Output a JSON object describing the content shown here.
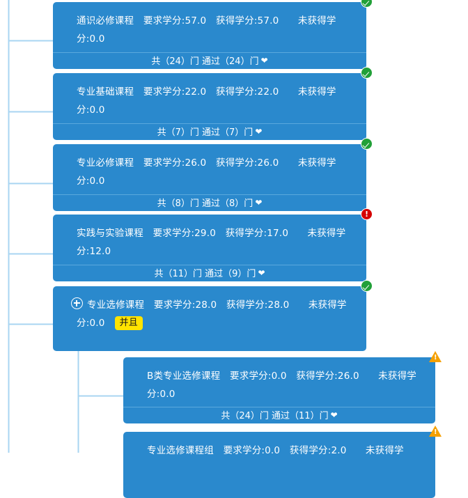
{
  "theme": {
    "card_blue": "#2a89cd",
    "line_blue": "#a8d5f2",
    "status_ok": "#21a038",
    "status_error": "#d50000",
    "status_warn": "#f5a000",
    "badge_yellow": "#ffe400"
  },
  "labels": {
    "required_credits": "要求学分:",
    "earned_credits": "获得学分:",
    "unearned_credits": "未获得学分:",
    "total_prefix": "共（",
    "total_suffix": "）门",
    "passed_prefix": "通过（",
    "passed_suffix": "）门",
    "caret_icon": "caret-down-icon",
    "plus_icon": "plus-circle-icon"
  },
  "cards": [
    {
      "id": "general-required",
      "level": 1,
      "title": "通识必修课程",
      "required": "57.0",
      "earned": "57.0",
      "unearned": "0.0",
      "line1": "通识必修课程　要求学分:57.0　获得学分:57.0　　未获得学",
      "line2": "分:0.0",
      "footer": "共（24）门 通过（24）门",
      "total_courses": "24",
      "passed_courses": "24",
      "status": "ok",
      "has_plus": false,
      "has_and_badge": false,
      "has_footer": true
    },
    {
      "id": "major-foundation",
      "level": 1,
      "title": "专业基础课程",
      "required": "22.0",
      "earned": "22.0",
      "unearned": "0.0",
      "line1": "专业基础课程　要求学分:22.0　获得学分:22.0　　未获得学",
      "line2": "分:0.0",
      "footer": "共（7）门 通过（7）门",
      "total_courses": "7",
      "passed_courses": "7",
      "status": "ok",
      "has_plus": false,
      "has_and_badge": false,
      "has_footer": true
    },
    {
      "id": "major-required",
      "level": 1,
      "title": "专业必修课程",
      "required": "26.0",
      "earned": "26.0",
      "unearned": "0.0",
      "line1": "专业必修课程　要求学分:26.0　获得学分:26.0　　未获得学",
      "line2": "分:0.0",
      "footer": "共（8）门 通过（8）门",
      "total_courses": "8",
      "passed_courses": "8",
      "status": "ok",
      "has_plus": false,
      "has_and_badge": false,
      "has_footer": true
    },
    {
      "id": "practice-experiment",
      "level": 1,
      "title": "实践与实验课程",
      "required": "29.0",
      "earned": "17.0",
      "unearned": "12.0",
      "line1": "实践与实验课程　要求学分:29.0　获得学分:17.0　　未获得学",
      "line2": "分:12.0",
      "footer": "共（11）门 通过（9）门",
      "total_courses": "11",
      "passed_courses": "9",
      "status": "error",
      "has_plus": false,
      "has_and_badge": false,
      "has_footer": true
    },
    {
      "id": "major-elective",
      "level": 1,
      "title": "专业选修课程",
      "required": "28.0",
      "earned": "28.0",
      "unearned": "0.0",
      "line1": "专业选修课程　要求学分:28.0　获得学分:28.0　　未获得学",
      "line2": "分:0.0",
      "and_badge": "并且",
      "footer": "",
      "total_courses": "",
      "passed_courses": "",
      "status": "ok",
      "has_plus": true,
      "has_and_badge": true,
      "has_footer": false
    },
    {
      "id": "b-type-major-elective",
      "level": 2,
      "title": "B类专业选修课程",
      "required": "0.0",
      "earned": "26.0",
      "unearned": "0.0",
      "line1": "B类专业选修课程　要求学分:0.0　获得学分:26.0　　未获得学",
      "line2": "分:0.0",
      "footer": "共（24）门 通过（11）门",
      "total_courses": "24",
      "passed_courses": "11",
      "status": "warn",
      "has_plus": false,
      "has_and_badge": false,
      "has_footer": true
    },
    {
      "id": "major-elective-group",
      "level": 2,
      "title": "专业选修课程组",
      "required": "0.0",
      "earned": "2.0",
      "unearned": "",
      "line1": "专业选修课程组　要求学分:0.0　获得学分:2.0　　未获得学",
      "line2": "",
      "footer": "",
      "total_courses": "",
      "passed_courses": "",
      "status": "warn",
      "has_plus": false,
      "has_and_badge": false,
      "has_footer": false
    }
  ]
}
